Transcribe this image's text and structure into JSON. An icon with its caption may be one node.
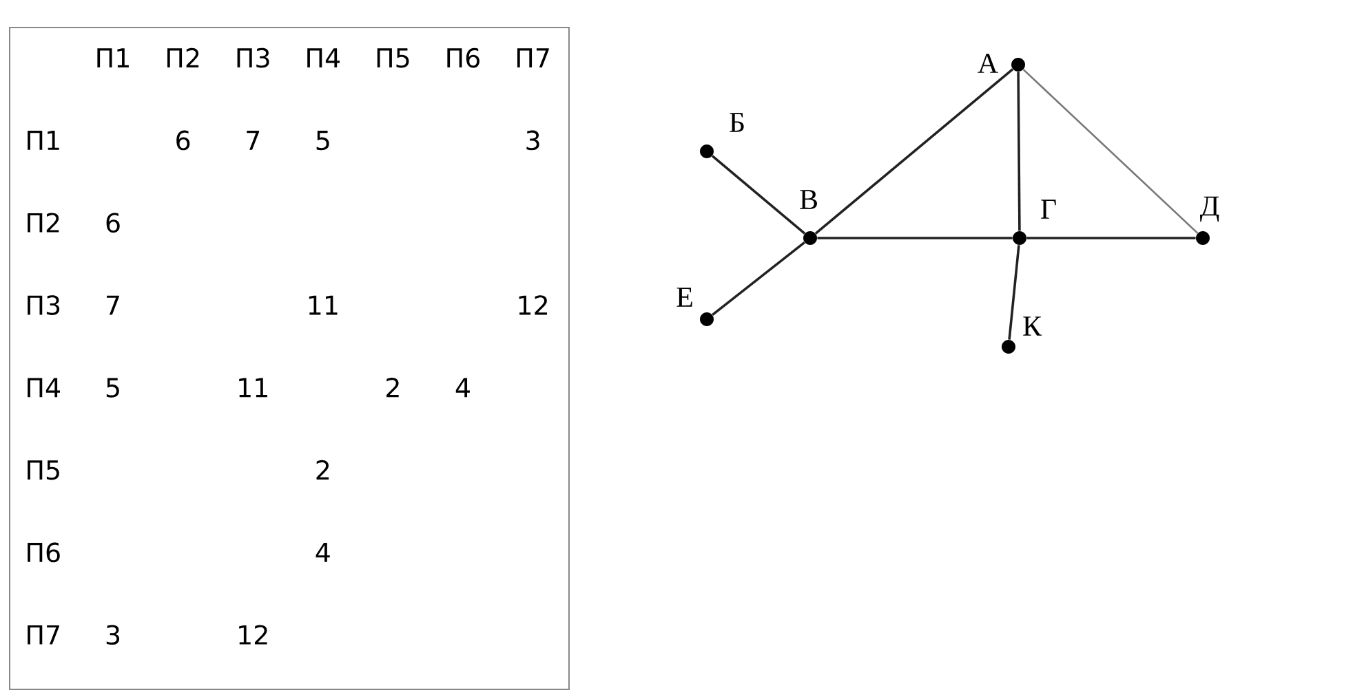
{
  "diagram": {
    "nodes": [
      {
        "text": [],
        "shape": "circle",
        "beside": [
          "А"
        ]
      },
      {
        "text": [],
        "shape": "circle",
        "beside": [
          "Б"
        ]
      },
      {
        "text": [],
        "shape": "circle",
        "beside": [
          "В"
        ]
      },
      {
        "text": [],
        "shape": "circle",
        "beside": [
          "Г"
        ]
      },
      {
        "text": [],
        "shape": "circle",
        "beside": [
          "Д"
        ]
      },
      {
        "text": [],
        "shape": "circle",
        "beside": [
          "Е"
        ]
      },
      {
        "text": [],
        "shape": "circle",
        "beside": [
          "К"
        ]
      }
    ],
    "edges": [
      {
        "from": 1,
        "to": 2,
        "arrow": "none"
      },
      {
        "from": 5,
        "to": 2,
        "arrow": "none"
      },
      {
        "from": 2,
        "to": 0,
        "arrow": "none"
      },
      {
        "from": 2,
        "to": 3,
        "arrow": "none"
      },
      {
        "from": 3,
        "to": 4,
        "arrow": "none"
      },
      {
        "from": 0,
        "to": 4,
        "arrow": "none",
        "color": "#777777"
      },
      {
        "from": 0,
        "to": 3,
        "arrow": "none"
      },
      {
        "from": 3,
        "to": 6,
        "arrow": "none"
      }
    ],
    "labels": [
      "П1",
      "П2",
      "П3",
      "П4",
      "П5",
      "П6",
      "П7",
      "П1",
      "6",
      "7",
      "5",
      "3",
      "П2",
      "6",
      "П3",
      "7",
      "11",
      "12",
      "П4",
      "5",
      "11",
      "2",
      "4",
      "П5",
      "2",
      "П6",
      "4",
      "П7",
      "3",
      "12"
    ]
  }
}
